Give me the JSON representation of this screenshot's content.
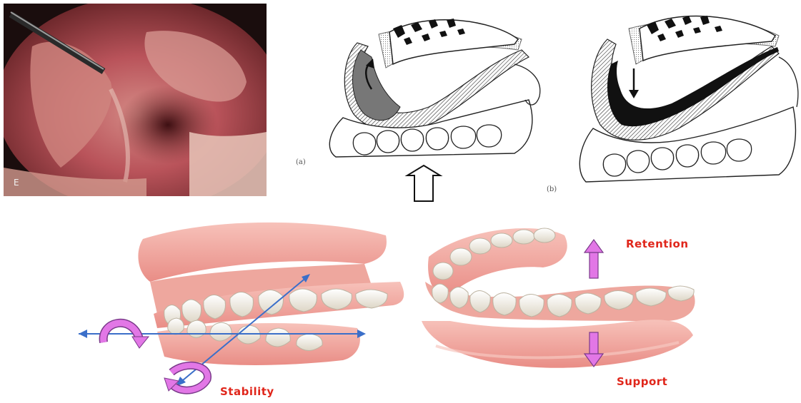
{
  "photo": {
    "letter": "E"
  },
  "drawings": {
    "tag_a": "(a)",
    "tag_b": "(b)"
  },
  "dentures": {
    "label_retention": "Retention",
    "label_support": "Support",
    "label_stability": "Stability"
  },
  "colors": {
    "label_red": "#e0261b",
    "axis_blue": "#3b6fc9",
    "arrow_magenta": "#e277e6",
    "gum_pink": "#f0a8a0",
    "tooth_white": "#f4efe4",
    "tissue_red": "#b9535a"
  },
  "icons": [
    "curved-arrow-icon",
    "down-arrow-icon",
    "outline-up-arrow-icon",
    "rotation-arrow-icon"
  ]
}
